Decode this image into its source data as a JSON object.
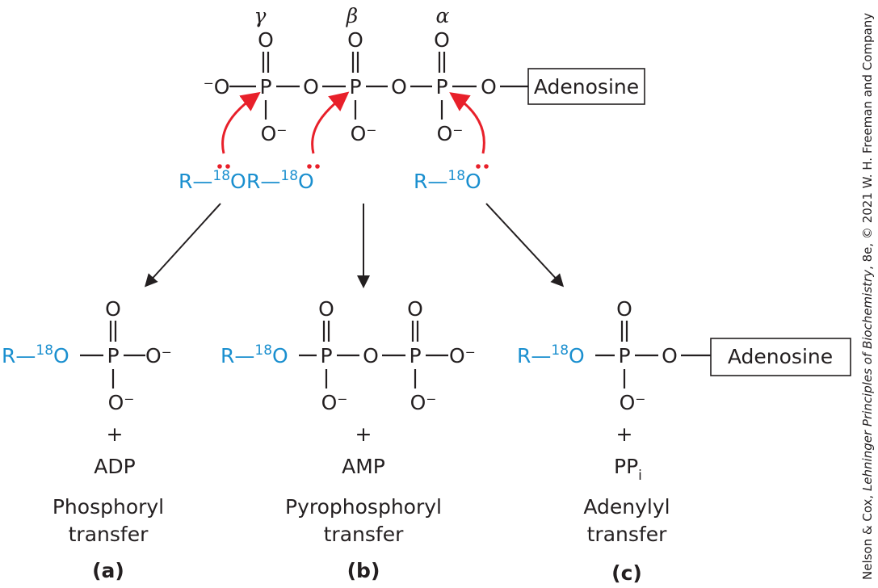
{
  "atp": {
    "gamma": "γ",
    "beta": "β",
    "alpha": "α",
    "O": "O",
    "P": "P",
    "O_minus_left": "⁻O",
    "O_minus": "O⁻",
    "adenosine": "Adenosine"
  },
  "nucleophile": {
    "R": "R",
    "dash": "—",
    "isotope": "18",
    "O": "O"
  },
  "product_a": {
    "R": "R",
    "dash": "—",
    "isotope": "18",
    "O": "O",
    "P": "P",
    "O_minus": "O⁻",
    "plus": "+",
    "leaving": "ADP",
    "name_line1": "Phosphoryl",
    "name_line2": "transfer",
    "label": "(a)"
  },
  "product_b": {
    "R": "R",
    "dash": "—",
    "isotope": "18",
    "O": "O",
    "P": "P",
    "O_minus": "O⁻",
    "plus": "+",
    "leaving": "AMP",
    "name_line1": "Pyrophosphoryl",
    "name_line2": "transfer",
    "label": "(b)"
  },
  "product_c": {
    "R": "R",
    "dash": "—",
    "isotope": "18",
    "O": "O",
    "P": "P",
    "O_minus": "O⁻",
    "adenosine": "Adenosine",
    "plus": "+",
    "leaving": "PP",
    "leaving_sub": "i",
    "name_line1": "Adenylyl",
    "name_line2": "transfer",
    "label": "(c)"
  },
  "credit": {
    "author": "Nelson & Cox, ",
    "book": "Lehninger Principles of Biochemistry",
    "edition": ", 8e, © 2021 W. H. Freeman and Company"
  },
  "colors": {
    "nucleophile_blue": "#1a8fcf",
    "arrow_red": "#e8202a",
    "ink": "#231f20"
  }
}
